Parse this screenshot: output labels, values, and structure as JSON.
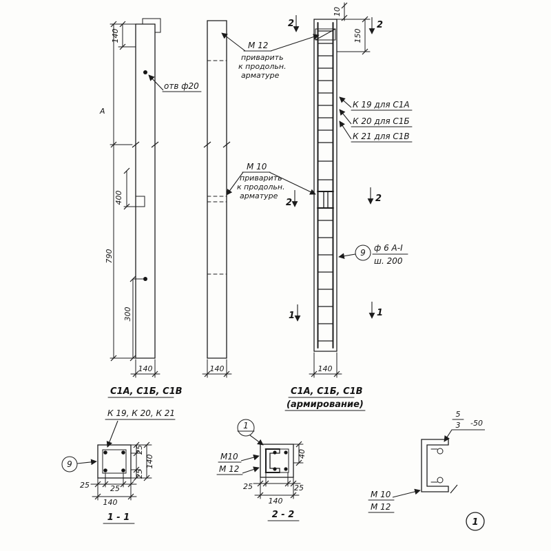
{
  "page": {
    "bg": "#fdfdfb",
    "ink": "#1c1c1c"
  },
  "elev_left": {
    "dim_140_top": "140",
    "dim_a": "А",
    "dim_790": "790",
    "dim_400": "400",
    "dim_300": "300",
    "dim_140_bot": "140",
    "hole_label": "отв ф20"
  },
  "elev_mid": {
    "bolt_top": "М 12",
    "weld_top_1": "приварить",
    "weld_top_2": "к продольн.",
    "weld_top_3": "арматуре",
    "bolt_mid": "М 10",
    "weld_mid_1": "приварить",
    "weld_mid_2": "к продольн.",
    "weld_mid_3": "арматуре",
    "dim_140_bot": "140"
  },
  "elev_right": {
    "dim_10": "10",
    "dim_150": "150",
    "dim_140_bot": "140",
    "mesh_1": "К 19 для С1А",
    "mesh_2": "К 20 для С1Б",
    "mesh_3": "К 21 для С1В",
    "callout_9": "9",
    "bar_dia": "ф 6 А-I",
    "bar_step": "ш. 200",
    "mark_2": "2",
    "mark_1": "1"
  },
  "captions": {
    "left": "С1А, С1Б, С1В",
    "right_line1": "С1А, С1Б, С1В",
    "right_line2": "(армирование)"
  },
  "sec11": {
    "label": "К 19, К 20, К 21",
    "callout_9": "9",
    "d25": "25",
    "d140": "140",
    "caption": "1 - 1"
  },
  "sec22": {
    "callout_1": "1",
    "m10": "М10",
    "m12": "М 12",
    "d40": "40",
    "d25": "25",
    "d140": "140",
    "caption": "2 - 2"
  },
  "detail1": {
    "weld_top": "5",
    "weld_bot": "3",
    "weld_len": "-50",
    "m10": "М 10",
    "m12": "М 12",
    "callout_1": "1"
  }
}
